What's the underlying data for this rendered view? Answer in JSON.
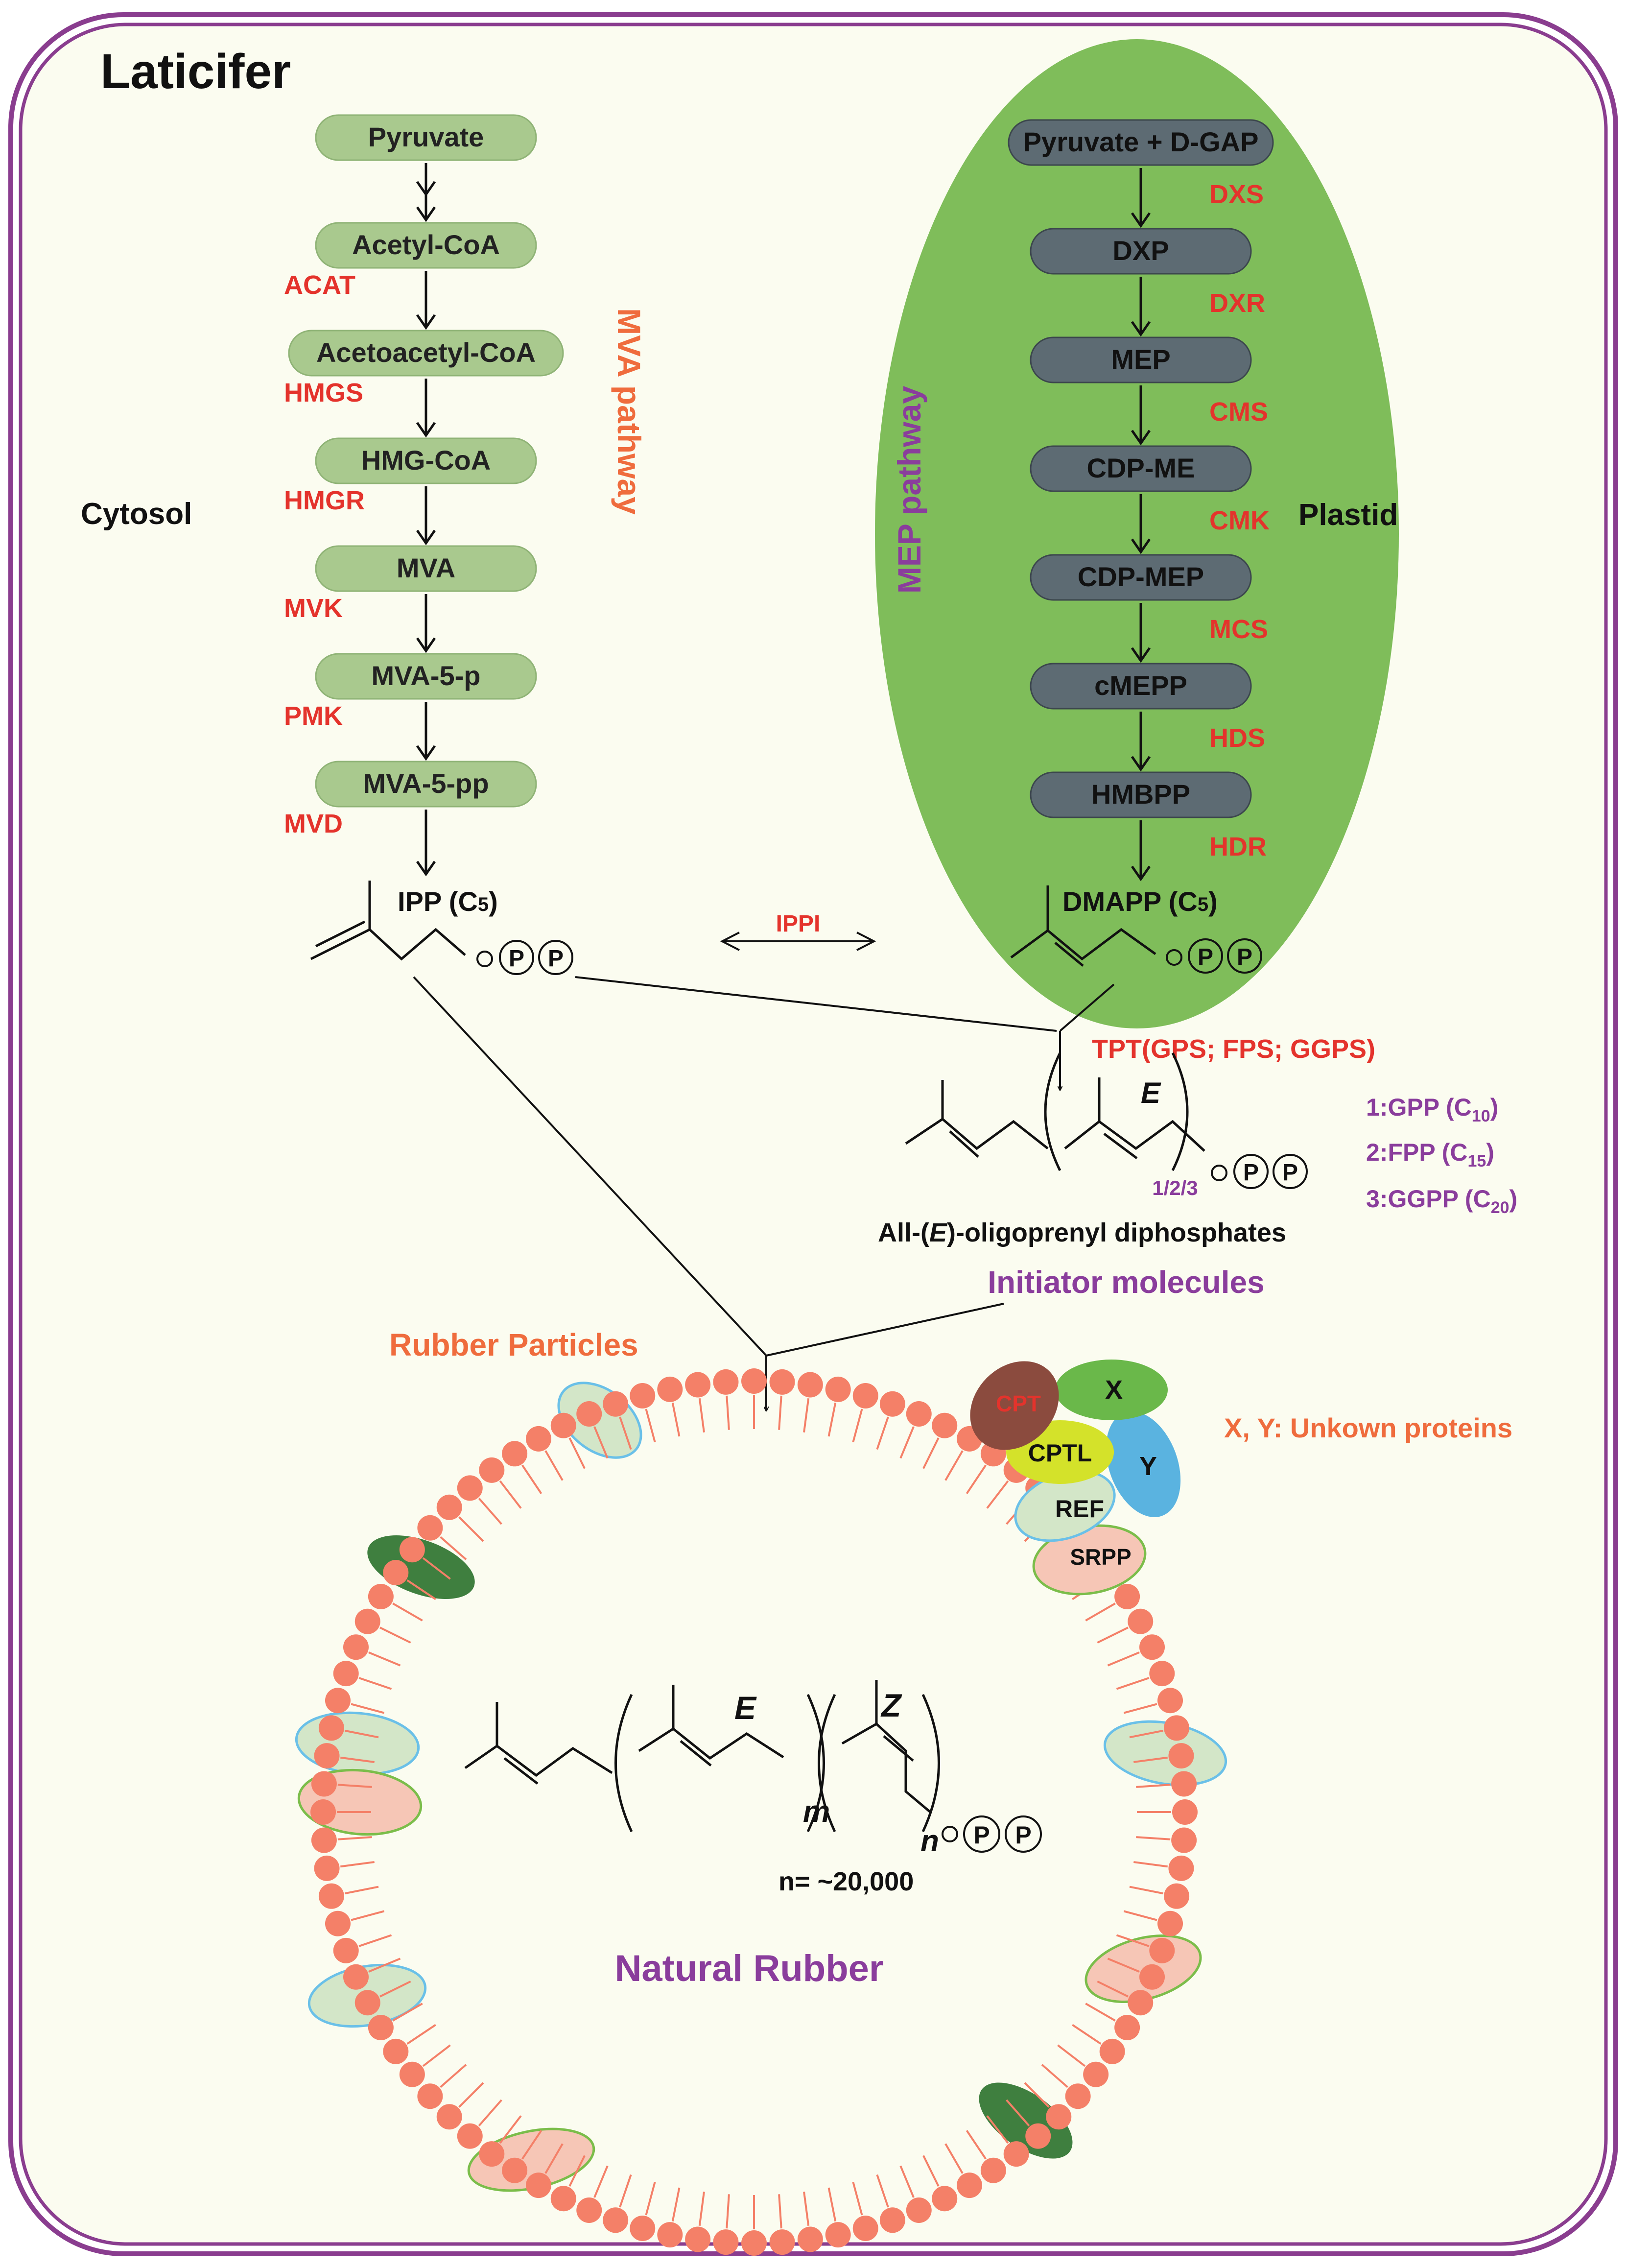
{
  "title": "Laticifer",
  "compartments": {
    "cytosol": "Cytosol",
    "plastid": "Plastid"
  },
  "pathways": {
    "mva": "MVA pathway",
    "mep": "MEP pathway"
  },
  "mva_nodes": [
    "Pyruvate",
    "Acetyl-CoA",
    "Acetoacetyl-CoA",
    "HMG-CoA",
    "MVA",
    "MVA-5-p",
    "MVA-5-pp"
  ],
  "mva_enzymes": [
    "ACAT",
    "HMGS",
    "HMGR",
    "MVK",
    "PMK",
    "MVD"
  ],
  "mep_nodes": [
    "Pyruvate + D-GAP",
    "DXP",
    "MEP",
    "CDP-ME",
    "CDP-MEP",
    "cMEPP",
    "HMBPP"
  ],
  "mep_enzymes": [
    "DXS",
    "DXR",
    "CMS",
    "CMK",
    "MCS",
    "HDS",
    "HDR"
  ],
  "ipp": {
    "label": "IPP (C",
    "sub": "5",
    "close": ")"
  },
  "dmapp": {
    "label": "DMAPP (C",
    "sub": "5",
    "close": ")"
  },
  "ippi": "IPPI",
  "tpt": "TPT(GPS; FPS; GGPS)",
  "oligo": {
    "e_label": "E",
    "repeat": "1/2/3",
    "caption_pre": "All-(",
    "caption_e": "E",
    "caption_post": ")-oligoprenyl diphosphates",
    "products": [
      {
        "label": "1:GPP (C",
        "sub": "10",
        "close": ")"
      },
      {
        "label": "2:FPP (C",
        "sub": "15",
        "close": ")"
      },
      {
        "label": "3:GGPP (C",
        "sub": "20",
        "close": ")"
      }
    ]
  },
  "initiator": "Initiator molecules",
  "rubber_particles": "Rubber Particles",
  "proteins": {
    "cpt": "CPT",
    "x": "X",
    "cptl": "CPTL",
    "y": "Y",
    "ref": "REF",
    "srpp": "SRPP"
  },
  "unknown_note": "X, Y: Unkown proteins",
  "natural_rubber": {
    "e_label": "E",
    "z_label": "Z",
    "m": "m",
    "n": "n",
    "n_value": "n= ~20,000",
    "name": "Natural Rubber"
  },
  "phosphate": "P",
  "colors": {
    "frame": "#8a3d8f",
    "background": "#fbfcf0",
    "mva_node": "#a9c98e",
    "mep_node": "#5d6b73",
    "plastid": "#7fbd5a",
    "enzyme": "#e4332c",
    "orange": "#ef6c3d",
    "purple": "#8a3d9c",
    "lipid": "#f48068"
  }
}
